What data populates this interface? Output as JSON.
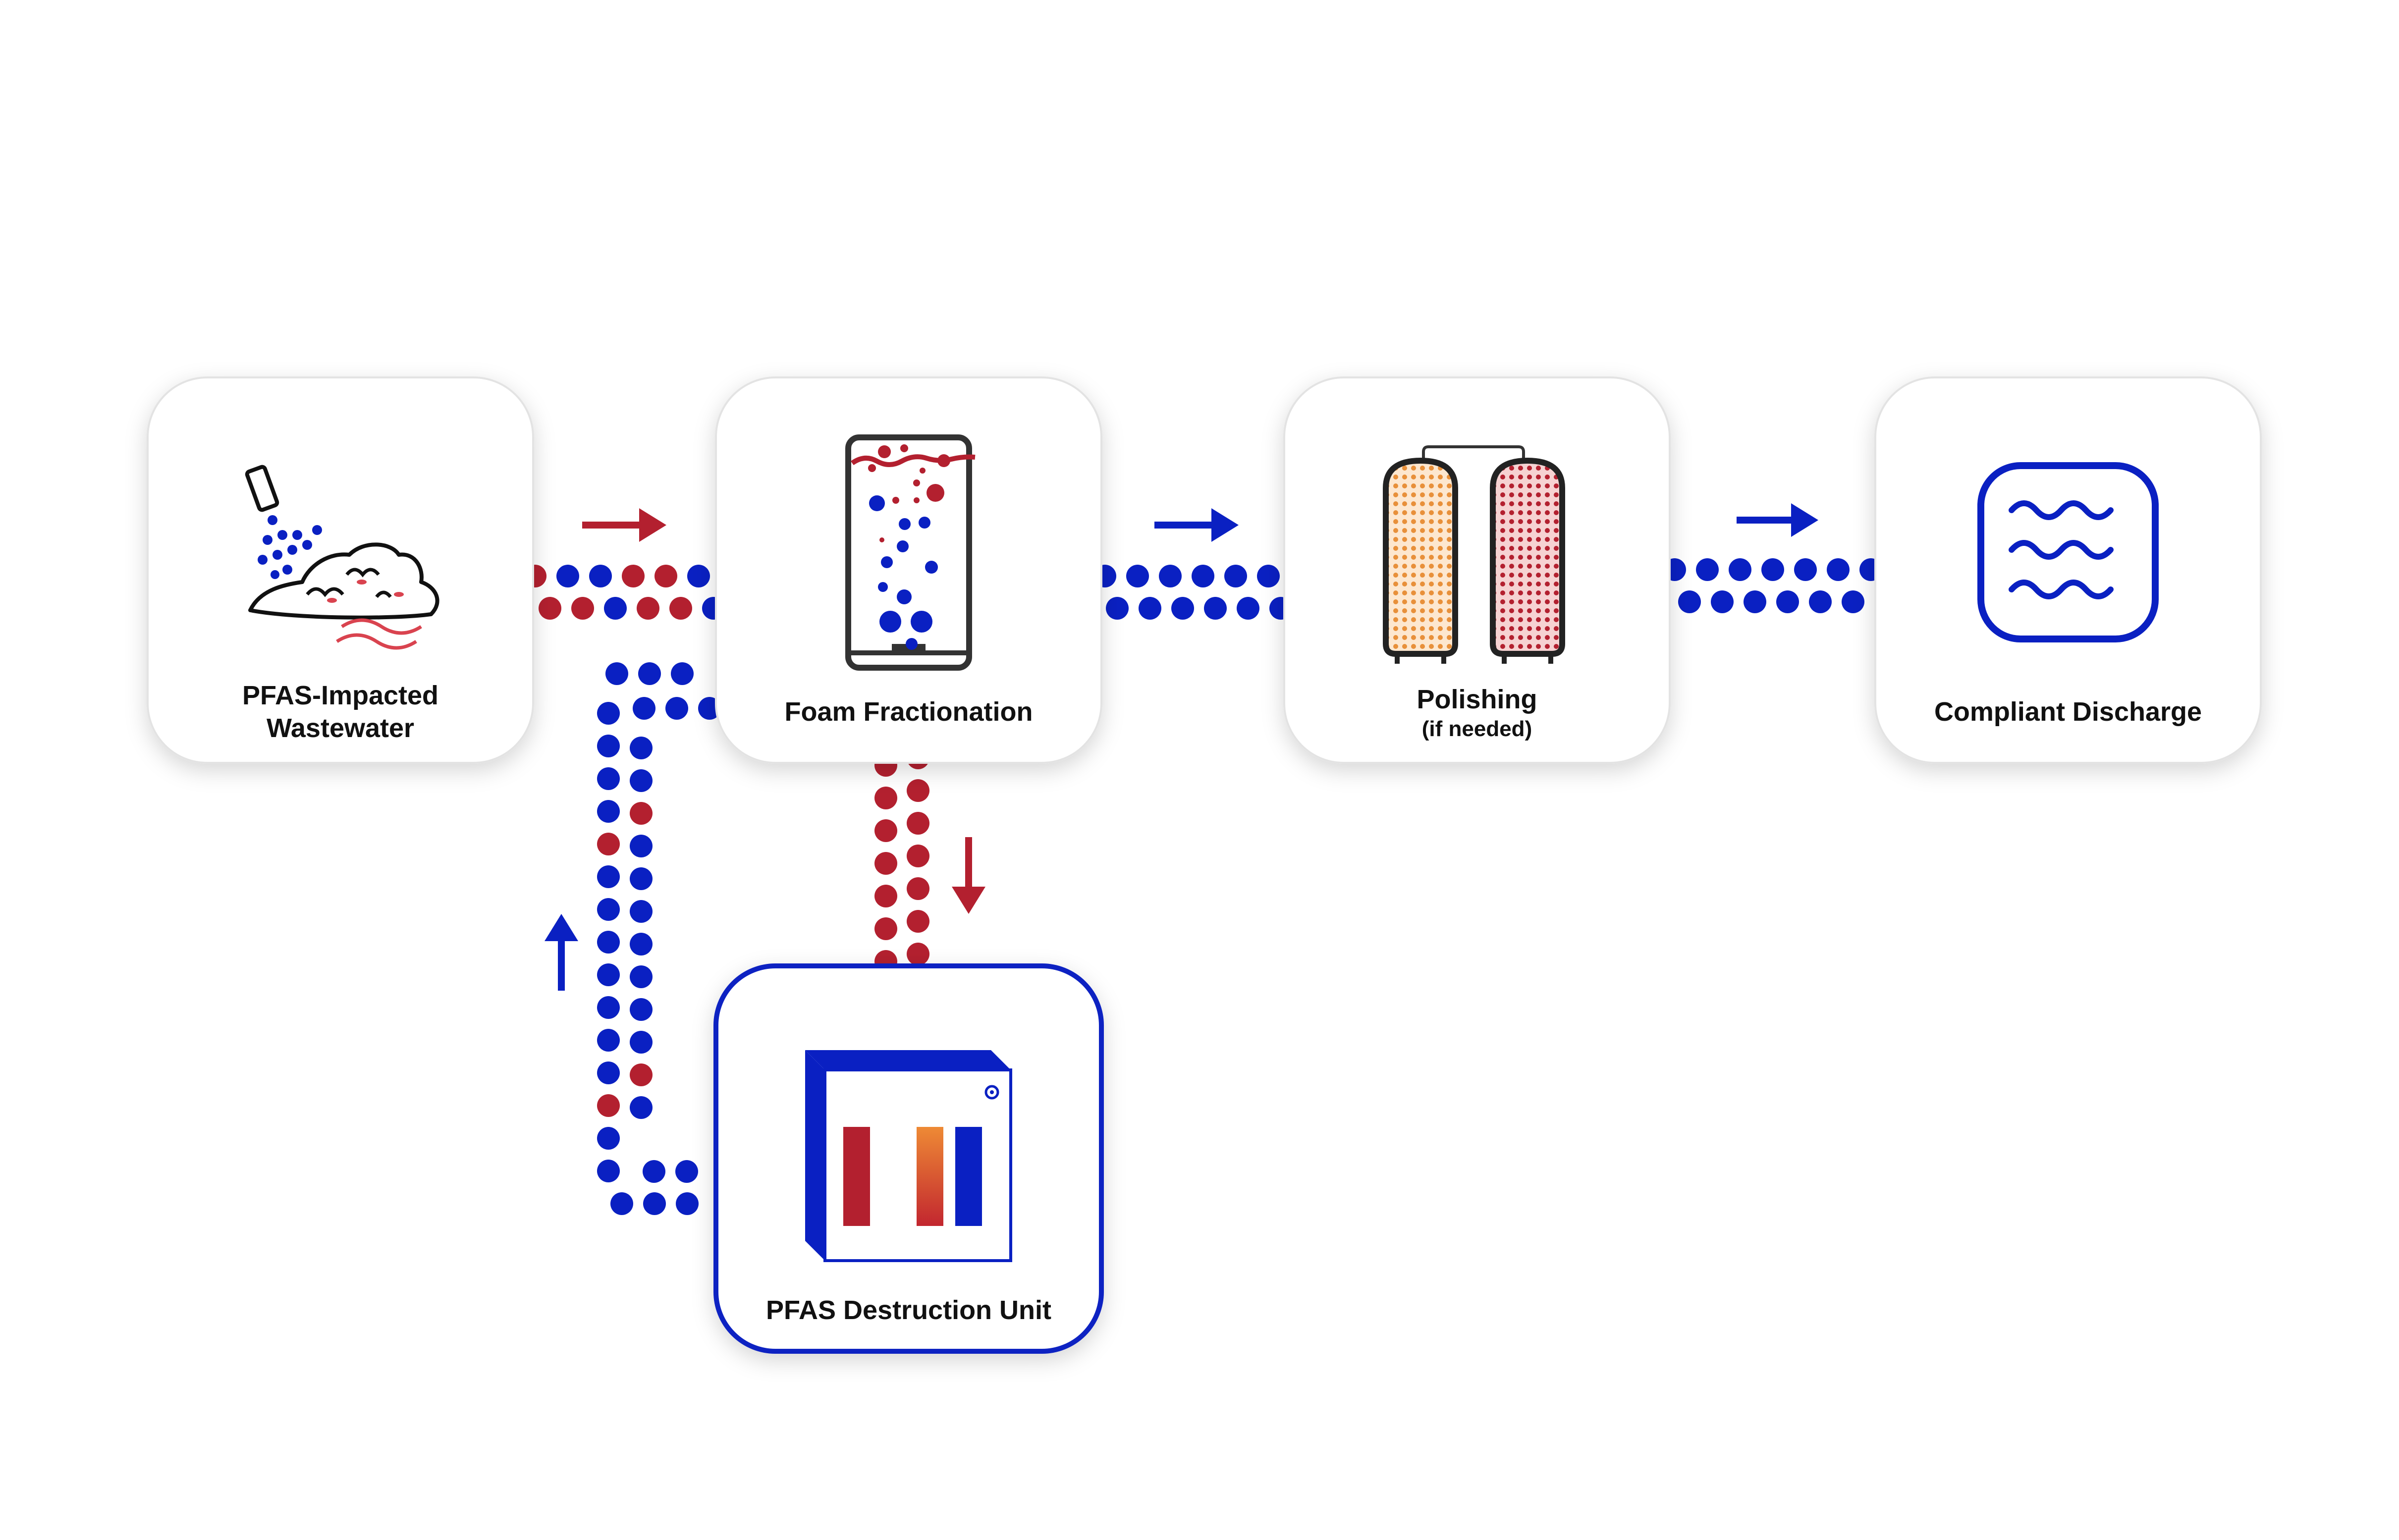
{
  "colors": {
    "blue": "#0a20c2",
    "red": "#b3202f",
    "orange": "#e8903a",
    "node_border": "#dddddd",
    "dark": "#2a2a2a"
  },
  "nodes": {
    "wastewater": {
      "label_line1": "PFAS-Impacted",
      "label_line2": "Wastewater",
      "icon": "contaminated-soil-spray-icon"
    },
    "foam": {
      "label": "Foam Fractionation",
      "icon": "foam-column-icon"
    },
    "polishing": {
      "label": "Polishing",
      "sublabel": "(if needed)",
      "icon": "twin-resin-vessels-icon"
    },
    "discharge": {
      "label": "Compliant Discharge",
      "icon": "water-waves-icon"
    },
    "destruction": {
      "label": "PFAS Destruction Unit",
      "icon": "destruction-unit-icon"
    }
  },
  "flows": [
    {
      "from": "wastewater",
      "to": "foam",
      "stream": "blue-and-red",
      "arrow_color": "red"
    },
    {
      "from": "foam",
      "to": "polishing",
      "stream": "blue",
      "arrow_color": "blue"
    },
    {
      "from": "polishing",
      "to": "discharge",
      "stream": "blue",
      "arrow_color": "blue"
    },
    {
      "from": "foam",
      "to": "destruction",
      "stream": "red",
      "arrow_color": "red"
    },
    {
      "from": "destruction",
      "to": "foam",
      "stream": "blue-with-red",
      "arrow_color": "blue"
    }
  ]
}
